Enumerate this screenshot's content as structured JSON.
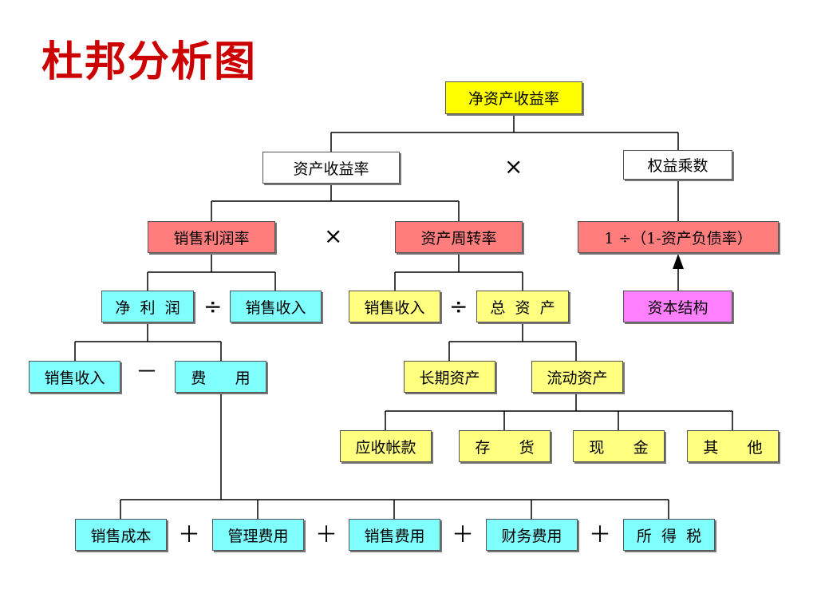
{
  "title": "杜邦分析图",
  "colors": {
    "yellow": "#ffff00",
    "white": "#ffffff",
    "red": "#ff7d7d",
    "cyan": "#80ffff",
    "magenta": "#ff80ff",
    "title": "#cc0000"
  },
  "nodes": {
    "roe": "净资产收益率",
    "roa": "资产收益率",
    "equity_multiplier": "权益乘数",
    "profit_margin": "销售利润率",
    "asset_turnover": "资产周转率",
    "leverage_formula": "1 ÷（1-资产负债率）",
    "net_profit": "净  利  润",
    "sales_revenue_1": "销售收入",
    "sales_revenue_2": "销售收入",
    "total_assets": "总  资  产",
    "capital_structure": "资本结构",
    "sales_revenue_3": "销售收入",
    "expenses": "费      用",
    "long_term_assets": "长期资产",
    "current_assets": "流动资产",
    "receivables": "应收帐款",
    "inventory": "存      货",
    "cash": "现      金",
    "other": "其      他",
    "cost_of_sales": "销售成本",
    "admin_expense": "管理费用",
    "selling_expense": "销售费用",
    "finance_expense": "财务费用",
    "income_tax": "所  得  税"
  },
  "operators": {
    "times_1": "×",
    "times_2": "×",
    "divide_1": "÷",
    "divide_2": "÷",
    "minus": "－",
    "plus_1": "＋",
    "plus_2": "＋",
    "plus_3": "＋",
    "plus_4": "＋"
  }
}
